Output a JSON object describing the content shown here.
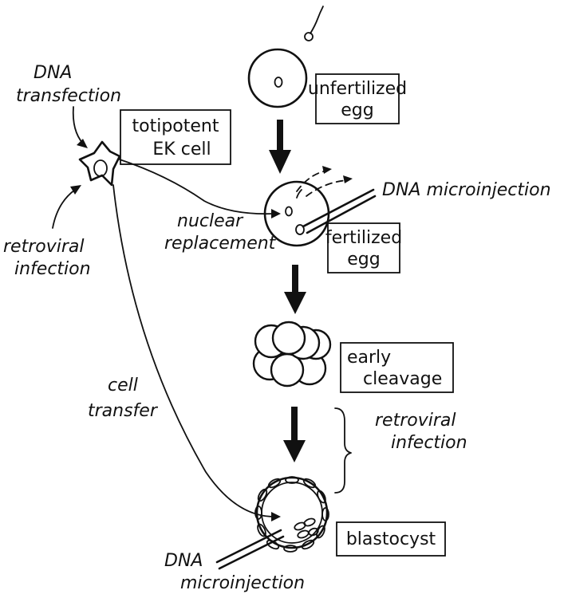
{
  "colors": {
    "ink": "#111111",
    "background": "#ffffff"
  },
  "symbols": {
    "male": "♂"
  },
  "stages": {
    "unfertilized": [
      "unfertilized",
      "egg"
    ],
    "fertilized": [
      "fertilized",
      "egg"
    ],
    "cleavage": [
      "early",
      "cleavage"
    ],
    "blastocyst": "blastocyst"
  },
  "ek_cell": [
    "totipotent",
    "EK cell"
  ],
  "methods": {
    "dna_transfection": [
      "DNA",
      "transfection"
    ],
    "retroviral_infection_left": [
      "retroviral",
      "infection"
    ],
    "nuclear_replacement": [
      "nuclear",
      "replacement"
    ],
    "dna_microinjection_top": "DNA microinjection",
    "retroviral_infection_right": [
      "retroviral",
      "infection"
    ],
    "cell_transfer": [
      "cell",
      "transfer"
    ],
    "dna_microinjection_bottom": [
      "DNA",
      "microinjection"
    ]
  }
}
